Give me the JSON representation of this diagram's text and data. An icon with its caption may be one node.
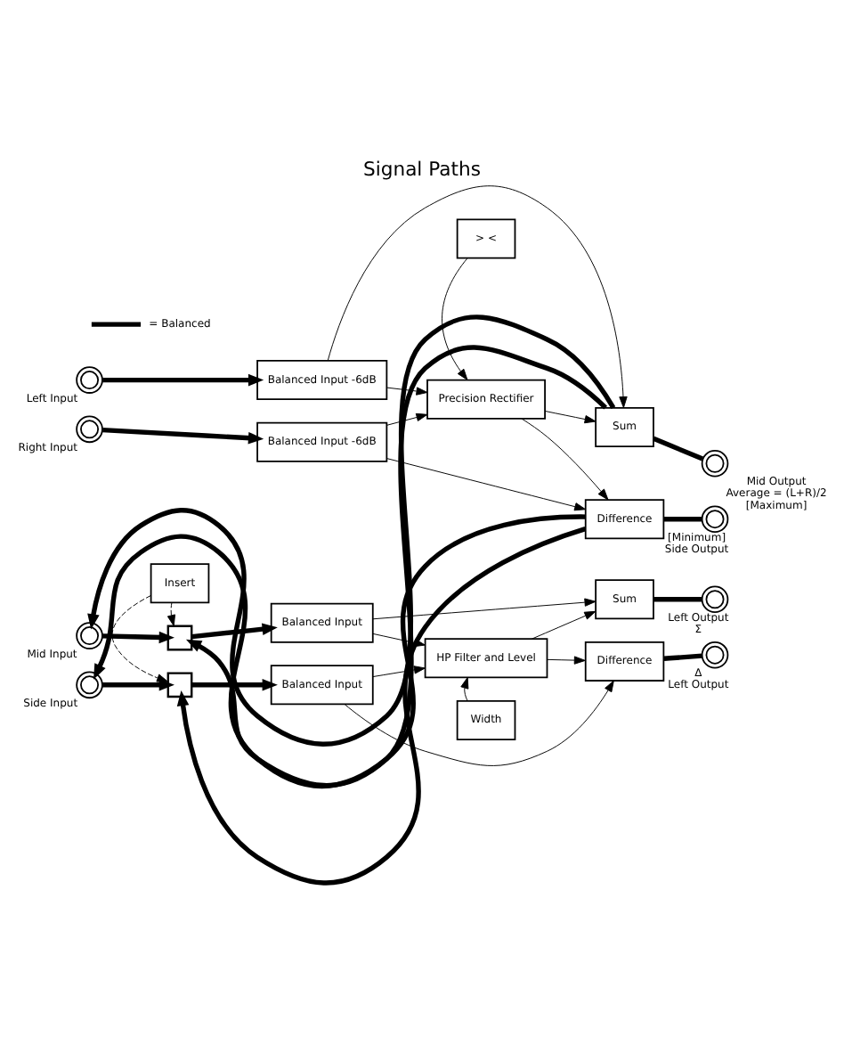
{
  "diagram": {
    "title": "Signal Paths",
    "nodes": [
      {
        "text": [],
        "shape": "circle",
        "beside": [
          "Left Input"
        ]
      },
      {
        "text": [
          "Balanced Input -6dB"
        ]
      },
      {
        "text": [],
        "shape": "circle",
        "beside": [
          "Right Input"
        ]
      },
      {
        "text": [
          "Balanced Input -6dB"
        ]
      },
      {
        "text": [
          "Precision Rectifier"
        ]
      },
      {
        "text": [
          "> <"
        ]
      },
      {
        "text": [
          "Sum"
        ]
      },
      {
        "text": [
          "Difference"
        ]
      },
      {
        "text": [],
        "shape": "circle",
        "beside": [
          "Mid Output",
          "Average = (L+R)/2",
          "[Maximum]"
        ]
      },
      {
        "text": [],
        "shape": "circle",
        "beside": [
          "[Minimum]",
          "Side Output"
        ]
      },
      {
        "text": [],
        "shape": "circle",
        "beside": [
          "Mid Input"
        ]
      },
      {
        "text": [],
        "shape": "box"
      },
      {
        "text": [
          "Insert"
        ]
      },
      {
        "text": [],
        "shape": "circle",
        "beside": [
          "Side Input"
        ]
      },
      {
        "text": [],
        "shape": "box"
      },
      {
        "text": [
          "Balanced Input"
        ]
      },
      {
        "text": [
          "Balanced Input"
        ]
      },
      {
        "text": [
          "HP Filter and Level"
        ]
      },
      {
        "text": [
          "Width"
        ]
      },
      {
        "text": [
          "Sum"
        ]
      },
      {
        "text": [
          "Difference"
        ]
      },
      {
        "text": [],
        "shape": "circle",
        "beside": [
          "Left Output",
          "Σ"
        ]
      },
      {
        "text": [],
        "shape": "circle",
        "beside": [
          "Δ",
          "Left Output"
        ]
      }
    ],
    "edges": [
      {
        "from": 0,
        "to": 1,
        "arrow": "to",
        "style": "thick"
      },
      {
        "from": 2,
        "to": 3,
        "arrow": "to",
        "style": "thick"
      },
      {
        "from": 1,
        "to": 6,
        "arrow": "to"
      },
      {
        "from": 1,
        "to": 4,
        "arrow": "to"
      },
      {
        "from": 3,
        "to": 4,
        "arrow": "to"
      },
      {
        "from": 3,
        "to": 7,
        "arrow": "to"
      },
      {
        "from": 4,
        "to": 6,
        "arrow": "to"
      },
      {
        "from": 4,
        "to": 7,
        "arrow": "to"
      },
      {
        "from": 5,
        "to": 4,
        "arrow": "to"
      },
      {
        "from": 6,
        "to": 8,
        "arrow": "none",
        "style": "thick"
      },
      {
        "from": 7,
        "to": 9,
        "arrow": "none",
        "style": "thick"
      },
      {
        "from": 6,
        "to": 10,
        "arrow": "to",
        "style": "thick"
      },
      {
        "from": 6,
        "to": 11,
        "arrow": "to",
        "style": "thick"
      },
      {
        "from": 7,
        "to": 13,
        "arrow": "to",
        "style": "thick"
      },
      {
        "from": 7,
        "to": 14,
        "arrow": "to",
        "style": "thick"
      },
      {
        "from": 10,
        "to": 11,
        "arrow": "to",
        "style": "thick"
      },
      {
        "from": 12,
        "to": 11,
        "arrow": "to",
        "style": "dashed"
      },
      {
        "from": 12,
        "to": 14,
        "arrow": "to",
        "style": "dashed"
      },
      {
        "from": 13,
        "to": 14,
        "arrow": "to",
        "style": "thick"
      },
      {
        "from": 11,
        "to": 15,
        "arrow": "to",
        "style": "thick"
      },
      {
        "from": 14,
        "to": 16,
        "arrow": "to",
        "style": "thick"
      },
      {
        "from": 15,
        "to": 19,
        "arrow": "to"
      },
      {
        "from": 15,
        "to": 17,
        "arrow": "to"
      },
      {
        "from": 16,
        "to": 17,
        "arrow": "to"
      },
      {
        "from": 16,
        "to": 20,
        "arrow": "to"
      },
      {
        "from": 17,
        "to": 19,
        "arrow": "to"
      },
      {
        "from": 17,
        "to": 20,
        "arrow": "to"
      },
      {
        "from": 18,
        "to": 17,
        "arrow": "to"
      },
      {
        "from": 19,
        "to": 21,
        "arrow": "none",
        "style": "thick"
      },
      {
        "from": 20,
        "to": 22,
        "arrow": "none",
        "style": "thick"
      }
    ],
    "legend": [
      {
        "text": "= Balanced"
      }
    ]
  }
}
